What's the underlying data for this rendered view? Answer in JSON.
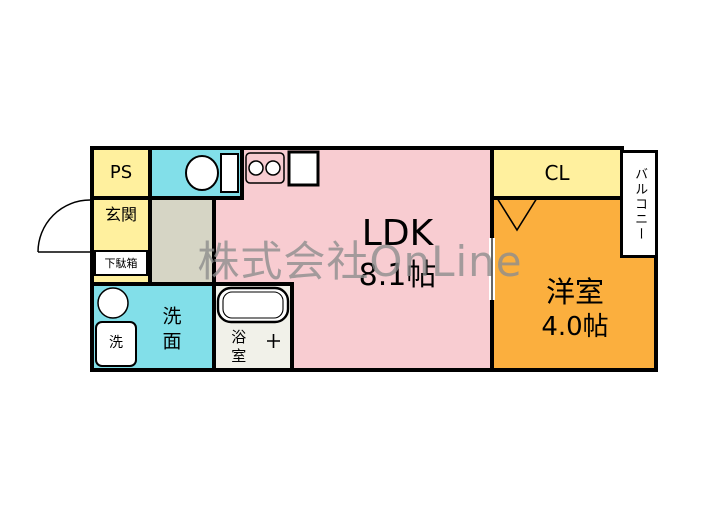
{
  "watermark": {
    "text": "株式会社OnLine"
  },
  "rooms": {
    "ps": {
      "label": "PS"
    },
    "genkan": {
      "label": "玄関"
    },
    "shoe_cabinet": {
      "label": "下駄箱"
    },
    "ldk": {
      "label": "LDK",
      "size": "8.1帖"
    },
    "closet": {
      "label": "CL"
    },
    "balcony": {
      "label": "バルコニー"
    },
    "western": {
      "label": "洋室",
      "size": "4.0帖"
    },
    "washroom": {
      "label": "洗面"
    },
    "washer": {
      "label": "洗"
    },
    "bathroom": {
      "label": "浴室"
    }
  },
  "colors": {
    "ldk_pink": "#f8ccd1",
    "accent_yellow": "#fff09e",
    "western_orange": "#fbaf3e",
    "wet_area_cyan": "#82dfe9",
    "hall_gray": "#d6d5c5",
    "bath_white": "#f1f1e9",
    "wall_black": "#000000",
    "watermark_gray": "#8e8e8e"
  }
}
